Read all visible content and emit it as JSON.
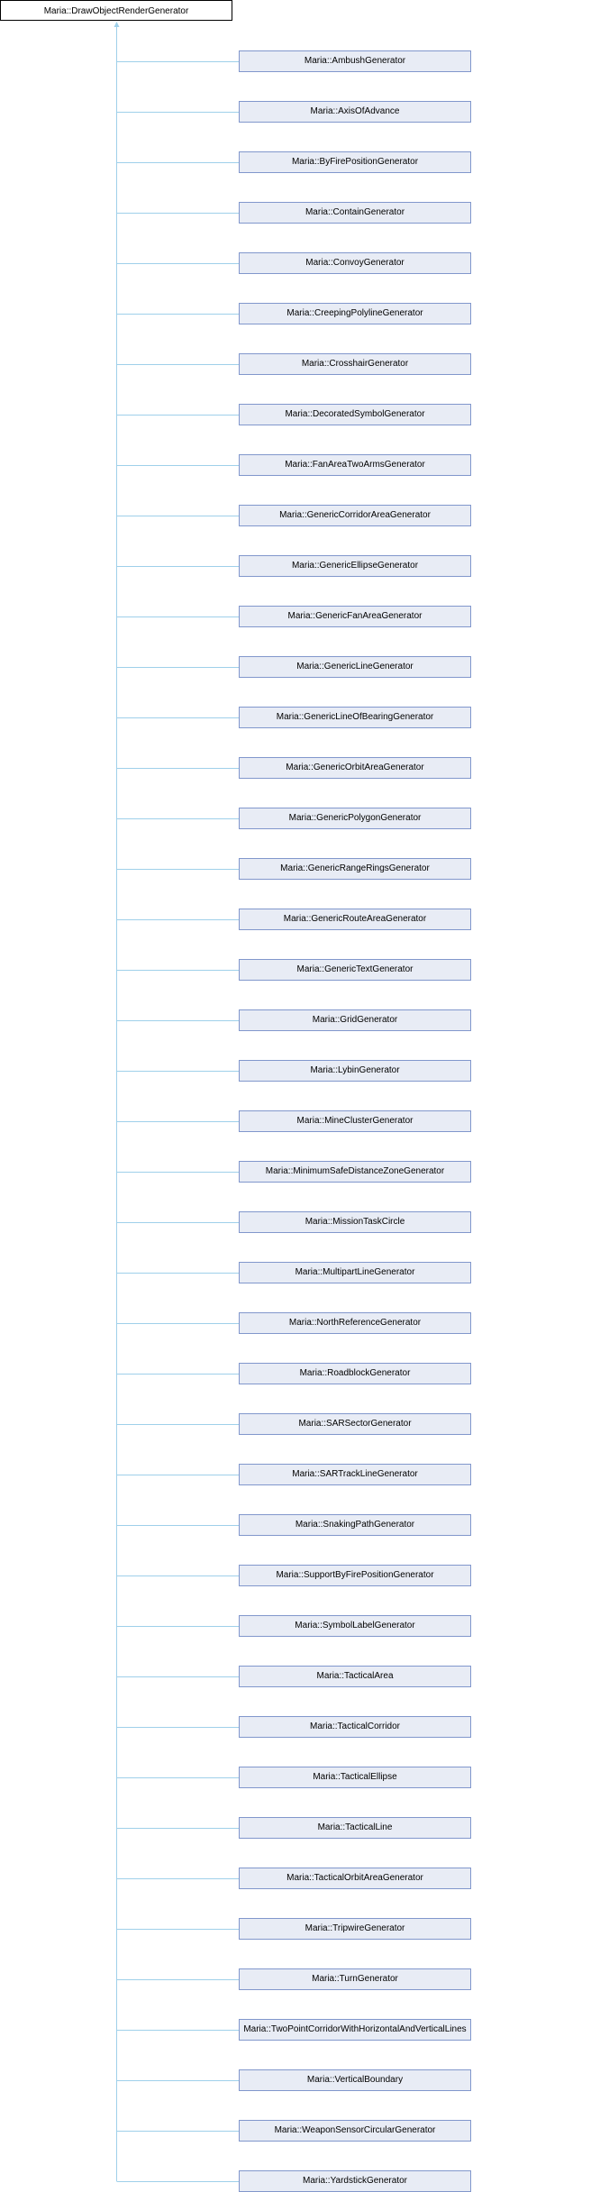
{
  "base_class": "Maria::DrawObjectRenderGenerator",
  "colors": {
    "edge": "#9fd0ea",
    "child_fill": "#e8ecf5",
    "child_border": "#8197cc"
  },
  "derived_classes": [
    "Maria::AmbushGenerator",
    "Maria::AxisOfAdvance",
    "Maria::ByFirePositionGenerator",
    "Maria::ContainGenerator",
    "Maria::ConvoyGenerator",
    "Maria::CreepingPolylineGenerator",
    "Maria::CrosshairGenerator",
    "Maria::DecoratedSymbolGenerator",
    "Maria::FanAreaTwoArmsGenerator",
    "Maria::GenericCorridorAreaGenerator",
    "Maria::GenericEllipseGenerator",
    "Maria::GenericFanAreaGenerator",
    "Maria::GenericLineGenerator",
    "Maria::GenericLineOfBearingGenerator",
    "Maria::GenericOrbitAreaGenerator",
    "Maria::GenericPolygonGenerator",
    "Maria::GenericRangeRingsGenerator",
    "Maria::GenericRouteAreaGenerator",
    "Maria::GenericTextGenerator",
    "Maria::GridGenerator",
    "Maria::LybinGenerator",
    "Maria::MineClusterGenerator",
    "Maria::MinimumSafeDistanceZoneGenerator",
    "Maria::MissionTaskCircle",
    "Maria::MultipartLineGenerator",
    "Maria::NorthReferenceGenerator",
    "Maria::RoadblockGenerator",
    "Maria::SARSectorGenerator",
    "Maria::SARTrackLineGenerator",
    "Maria::SnakingPathGenerator",
    "Maria::SupportByFirePositionGenerator",
    "Maria::SymbolLabelGenerator",
    "Maria::TacticalArea",
    "Maria::TacticalCorridor",
    "Maria::TacticalEllipse",
    "Maria::TacticalLine",
    "Maria::TacticalOrbitAreaGenerator",
    "Maria::TripwireGenerator",
    "Maria::TurnGenerator",
    "Maria::TwoPointCorridorWithHorizontalAndVerticalLines",
    "Maria::VerticalBoundary",
    "Maria::WeaponSensorCircularGenerator",
    "Maria::YardstickGenerator"
  ]
}
